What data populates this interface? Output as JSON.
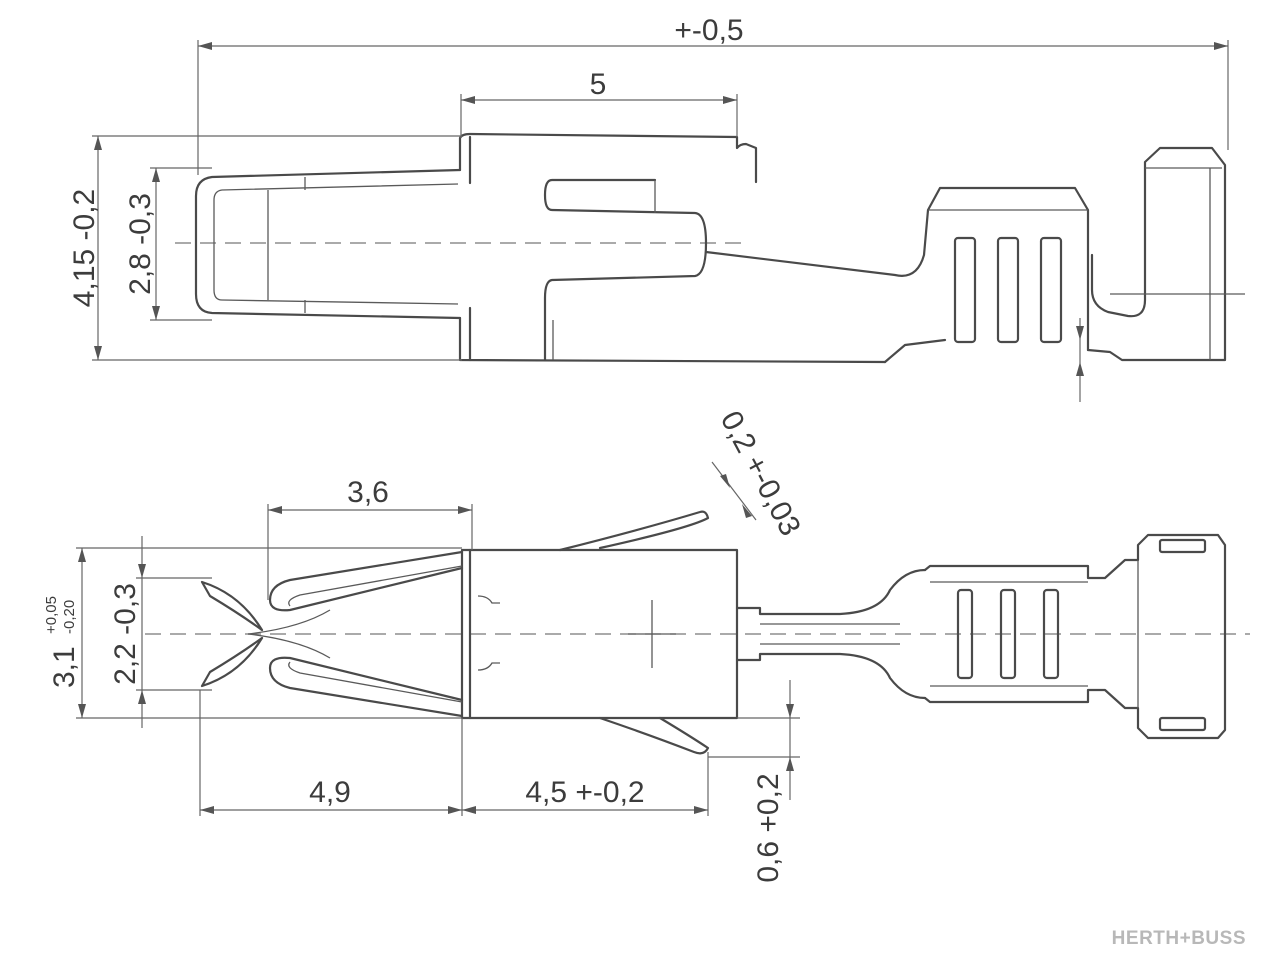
{
  "top_view": {
    "overall_length_dim": "+-0,5",
    "box_length_dim": "5",
    "total_height_dim": "4,15 -0,2",
    "contact_height_dim": "2,8 -0,3"
  },
  "bottom_view": {
    "spring_length_dim": "3,6",
    "wire_thickness_dim": "0,2 +-0,03",
    "width_dim_main": "3,1",
    "width_tol_upper": "+0,05",
    "width_tol_lower": "-0,20",
    "opening_dim": "2,2 -0,3",
    "spring_span_dim": "4,9",
    "body_length_dim": "4,5 +-0,2",
    "tab_offset_dim": "0,6 +0,2"
  },
  "brand": {
    "logo_text": "HERTH+BUSS"
  }
}
